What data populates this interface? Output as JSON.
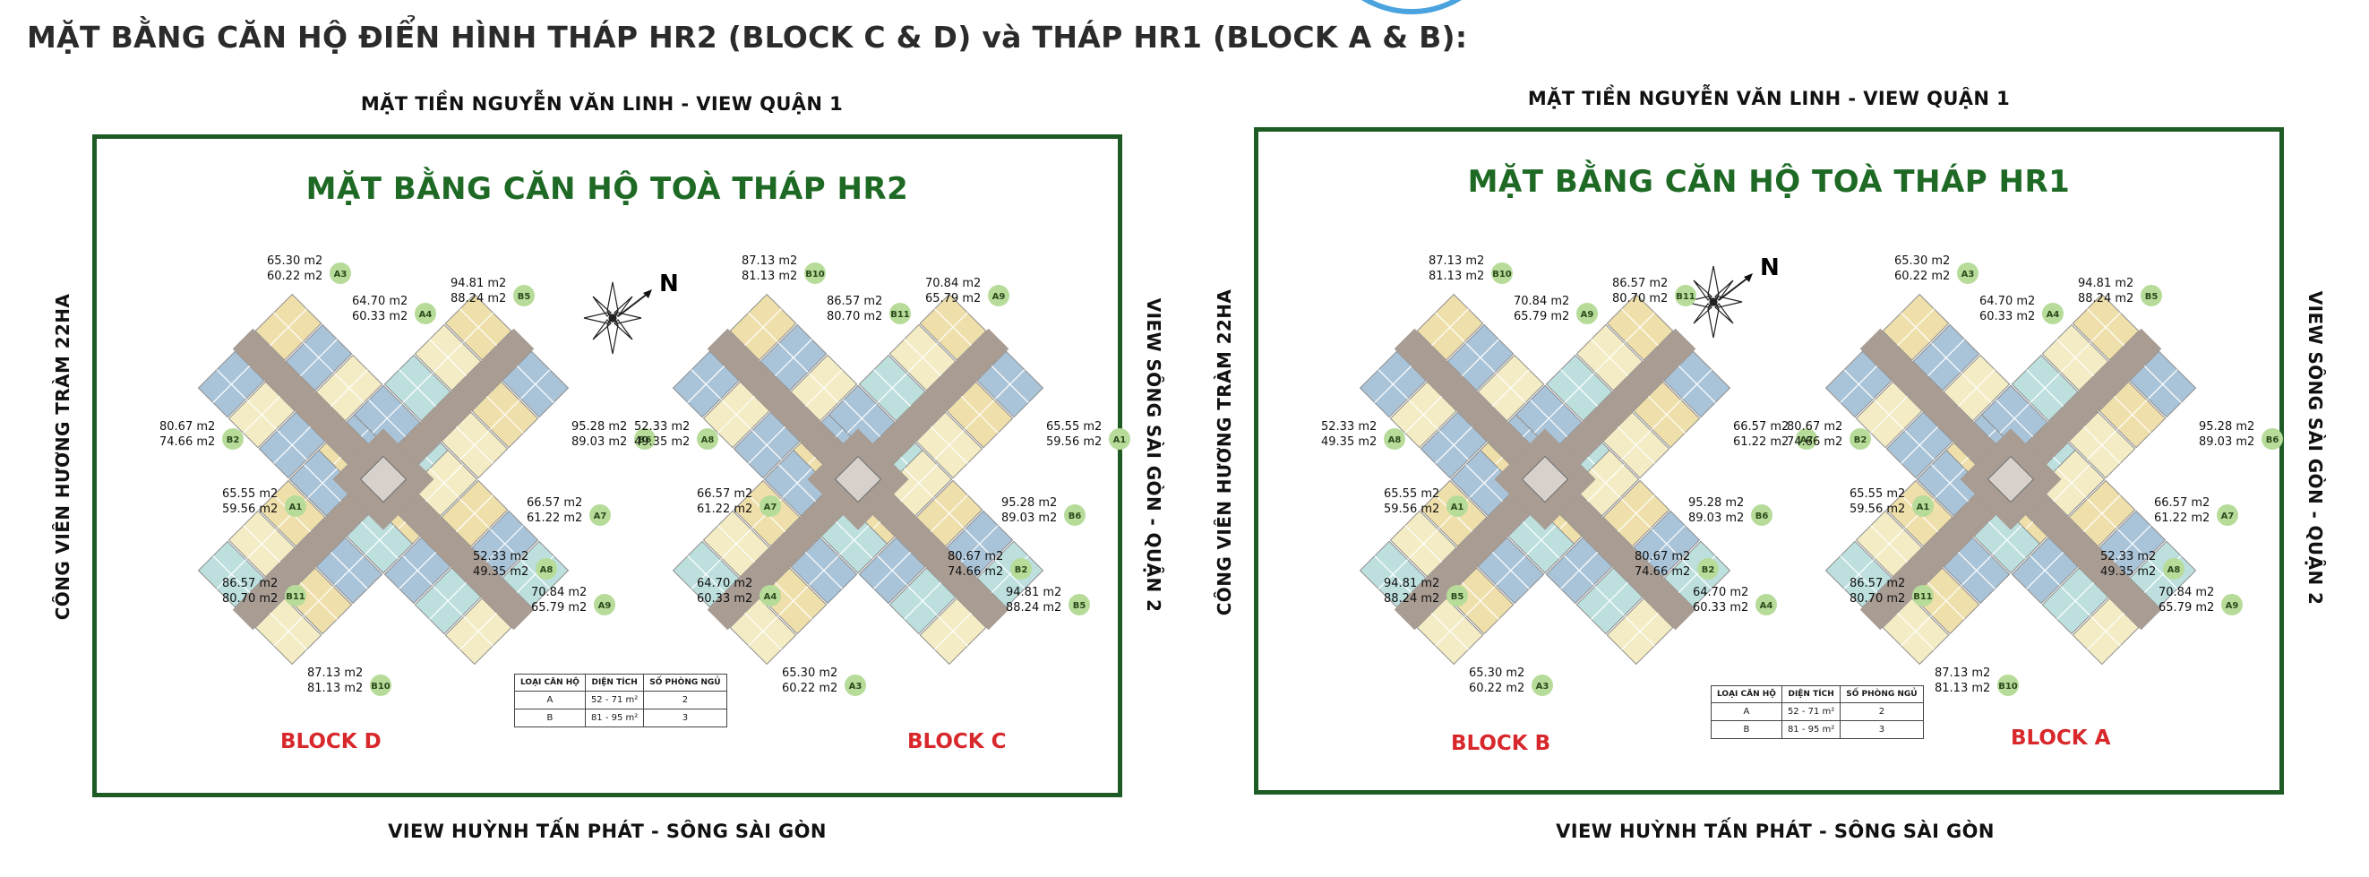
{
  "page_title": "MẶT BẰNG CĂN HỘ ĐIỂN HÌNH THÁP HR2 (BLOCK C & D) và THÁP HR1 (BLOCK A & B):",
  "colors": {
    "frame": "#1e5b25",
    "title_green": "#1e6a25",
    "block_red": "#d8282b",
    "corridor": "#a89c93",
    "unit_blue": "#a9c4d9",
    "unit_yellow": "#efdfaa",
    "unit_cream": "#f3ecc4",
    "unit_teal": "#bde0df",
    "tag_green": "#b7dc9a"
  },
  "panels": [
    {
      "title": "MẶT BẰNG CĂN HỘ TOÀ THÁP HR2",
      "top_label": "MẶT TIỀN NGUYỄN VĂN LINH - VIEW QUẬN 1",
      "bottom_label": "VIEW HUỲNH TẤN PHÁT - SÔNG SÀI GÒN",
      "left_label": "CÔNG VIÊN HƯƠNG TRÀM 22HA",
      "right_label": "VIEW SÔNG SÀI GÒN - QUẬN 2",
      "north_label": "N",
      "legend": {
        "headers": [
          "LOẠI CĂN HỘ",
          "DIỆN TÍCH",
          "SỐ PHÒNG NGỦ"
        ],
        "rows": [
          [
            "A",
            "52 - 71 m²",
            "2"
          ],
          [
            "B",
            "81 - 95 m²",
            "3"
          ]
        ]
      },
      "blocks": [
        {
          "name": "BLOCK D",
          "units": [
            {
              "tag": "A3",
              "area1": "65.30 m2",
              "area2": "60.22 m2"
            },
            {
              "tag": "A4",
              "area1": "64.70 m2",
              "area2": "60.33 m2"
            },
            {
              "tag": "B5",
              "area1": "94.81 m2",
              "area2": "88.24 m2"
            },
            {
              "tag": "B2",
              "area1": "80.67 m2",
              "area2": "74.66 m2"
            },
            {
              "tag": "B6",
              "area1": "95.28 m2",
              "area2": "89.03 m2"
            },
            {
              "tag": "A1",
              "area1": "65.55 m2",
              "area2": "59.56 m2"
            },
            {
              "tag": "A7",
              "area1": "66.57 m2",
              "area2": "61.22 m2"
            },
            {
              "tag": "A8",
              "area1": "52.33 m2",
              "area2": "49.35 m2"
            },
            {
              "tag": "B11",
              "area1": "86.57 m2",
              "area2": "80.70 m2"
            },
            {
              "tag": "A9",
              "area1": "70.84 m2",
              "area2": "65.79 m2"
            },
            {
              "tag": "B10",
              "area1": "87.13 m2",
              "area2": "81.13 m2"
            }
          ]
        },
        {
          "name": "BLOCK C",
          "units": [
            {
              "tag": "B10",
              "area1": "87.13 m2",
              "area2": "81.13 m2"
            },
            {
              "tag": "B11",
              "area1": "86.57 m2",
              "area2": "80.70 m2"
            },
            {
              "tag": "A9",
              "area1": "70.84 m2",
              "area2": "65.79 m2"
            },
            {
              "tag": "A8",
              "area1": "52.33 m2",
              "area2": "49.35 m2"
            },
            {
              "tag": "A1",
              "area1": "65.55 m2",
              "area2": "59.56 m2"
            },
            {
              "tag": "A7",
              "area1": "66.57 m2",
              "area2": "61.22 m2"
            },
            {
              "tag": "B6",
              "area1": "95.28 m2",
              "area2": "89.03 m2"
            },
            {
              "tag": "B2",
              "area1": "80.67 m2",
              "area2": "74.66 m2"
            },
            {
              "tag": "A4",
              "area1": "64.70 m2",
              "area2": "60.33 m2"
            },
            {
              "tag": "B5",
              "area1": "94.81 m2",
              "area2": "88.24 m2"
            },
            {
              "tag": "A3",
              "area1": "65.30 m2",
              "area2": "60.22 m2"
            }
          ]
        }
      ]
    },
    {
      "title": "MẶT BẰNG CĂN HỘ TOÀ THÁP HR1",
      "top_label": "MẶT TIỀN NGUYỄN VĂN LINH - VIEW QUẬN 1",
      "bottom_label": "VIEW HUỲNH TẤN PHÁT - SÔNG SÀI GÒN",
      "left_label": "CÔNG VIÊN HƯƠNG TRÀM 22HA",
      "right_label": "VIEW SÔNG SÀI GÒN - QUẬN 2",
      "north_label": "N",
      "legend": {
        "headers": [
          "LOẠI CĂN HỘ",
          "DIỆN TÍCH",
          "SỐ PHÒNG NGỦ"
        ],
        "rows": [
          [
            "A",
            "52 - 71 m²",
            "2"
          ],
          [
            "B",
            "81 - 95 m²",
            "3"
          ]
        ]
      },
      "blocks": [
        {
          "name": "BLOCK B",
          "units": [
            {
              "tag": "B10",
              "area1": "87.13 m2",
              "area2": "81.13 m2"
            },
            {
              "tag": "A9",
              "area1": "70.84 m2",
              "area2": "65.79 m2"
            },
            {
              "tag": "B11",
              "area1": "86.57 m2",
              "area2": "80.70 m2"
            },
            {
              "tag": "A8",
              "area1": "52.33 m2",
              "area2": "49.35 m2"
            },
            {
              "tag": "A7",
              "area1": "66.57 m2",
              "area2": "61.22 m2"
            },
            {
              "tag": "A1",
              "area1": "65.55 m2",
              "area2": "59.56 m2"
            },
            {
              "tag": "B6",
              "area1": "95.28 m2",
              "area2": "89.03 m2"
            },
            {
              "tag": "B2",
              "area1": "80.67 m2",
              "area2": "74.66 m2"
            },
            {
              "tag": "B5",
              "area1": "94.81 m2",
              "area2": "88.24 m2"
            },
            {
              "tag": "A4",
              "area1": "64.70 m2",
              "area2": "60.33 m2"
            },
            {
              "tag": "A3",
              "area1": "65.30 m2",
              "area2": "60.22 m2"
            }
          ]
        },
        {
          "name": "BLOCK A",
          "units": [
            {
              "tag": "A3",
              "area1": "65.30 m2",
              "area2": "60.22 m2"
            },
            {
              "tag": "A4",
              "area1": "64.70 m2",
              "area2": "60.33 m2"
            },
            {
              "tag": "B5",
              "area1": "94.81 m2",
              "area2": "88.24 m2"
            },
            {
              "tag": "B2",
              "area1": "80.67 m2",
              "area2": "74.66 m2"
            },
            {
              "tag": "B6",
              "area1": "95.28 m2",
              "area2": "89.03 m2"
            },
            {
              "tag": "A1",
              "area1": "65.55 m2",
              "area2": "59.56 m2"
            },
            {
              "tag": "A7",
              "area1": "66.57 m2",
              "area2": "61.22 m2"
            },
            {
              "tag": "A8",
              "area1": "52.33 m2",
              "area2": "49.35 m2"
            },
            {
              "tag": "B11",
              "area1": "86.57 m2",
              "area2": "80.70 m2"
            },
            {
              "tag": "A9",
              "area1": "70.84 m2",
              "area2": "65.79 m2"
            },
            {
              "tag": "B10",
              "area1": "87.13 m2",
              "area2": "81.13 m2"
            }
          ]
        }
      ]
    }
  ]
}
